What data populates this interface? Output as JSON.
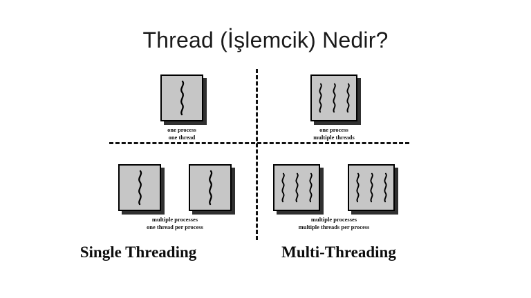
{
  "slide": {
    "title": "Thread (İşlemcik) Nedir?",
    "background_color": "#ffffff",
    "box_fill_color": "#c6c6c6",
    "box_border_color": "#000000",
    "box_shadow_color": "#303030",
    "divider_color": "#111111"
  },
  "quadrants": {
    "top_left": {
      "caption_line1": "one process",
      "caption_line2": "one thread",
      "process_count": 1,
      "threads_per_process": 1
    },
    "top_right": {
      "caption_line1": "one process",
      "caption_line2": "multiple threads",
      "process_count": 1,
      "threads_per_process": 3
    },
    "bottom_left": {
      "caption_line1": "multiple processes",
      "caption_line2": "one thread per process",
      "process_count": 2,
      "threads_per_process": 1
    },
    "bottom_right": {
      "caption_line1": "multiple processes",
      "caption_line2": "multiple threads per process",
      "process_count": 2,
      "threads_per_process": 3
    }
  },
  "headings": {
    "left": "Single Threading",
    "right": "Multi-Threading"
  },
  "icons": {
    "thread": "thread-squiggle-icon",
    "process": "process-box-icon"
  }
}
